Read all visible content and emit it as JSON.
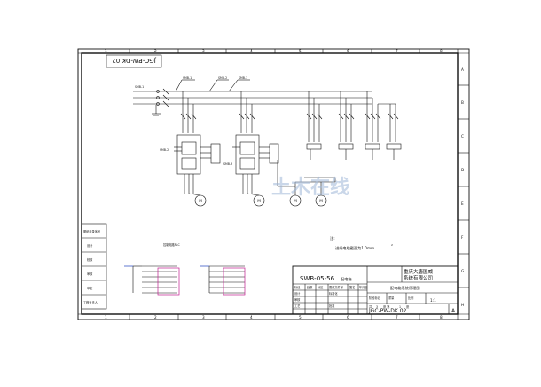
{
  "grid": {
    "top": [
      "1",
      "2",
      "3",
      "4",
      "5",
      "6",
      "7",
      "8"
    ],
    "bottom": [
      "1",
      "2",
      "3",
      "4",
      "5",
      "6",
      "7",
      "8"
    ],
    "right": [
      "A",
      "B",
      "C",
      "D",
      "E",
      "F",
      "G",
      "H"
    ]
  },
  "drawing_number_rotated": "JGC-PW-DK.02",
  "watermark": "土木在线",
  "note_title": "注:",
  "note_text": "进线电缆截面为1.0mm",
  "note_superscript": "2",
  "motors": [
    {
      "text": "M"
    },
    {
      "text": "M"
    },
    {
      "text": "M"
    },
    {
      "text": "M"
    }
  ],
  "panel_labels": [
    "SMB-1",
    "SMB-2",
    "SMB-3"
  ],
  "bottom_section_title": "控制电路PLC",
  "left_column_labels": [
    "图纸目录序号",
    "设计",
    "校核",
    "审核",
    "审定",
    "工程负责人"
  ],
  "title_block": {
    "project_code": "SWB-05-56",
    "project_suffix": "配电箱",
    "company_line1": "重庆大唐国威",
    "company_line2": "系统有限公司",
    "drawing_name": "配电箱系统原理图",
    "drawing_no": "JGC-PW-DK.02",
    "revision": "A",
    "scale": "1:1",
    "sheet_total_label": "共",
    "sheet_total": "3",
    "sheet_label": "张 第",
    "sheet_no": "1",
    "sheet_suffix": "张",
    "row_labels": [
      "标记",
      "处数",
      "分区",
      "更改文件号",
      "签名",
      "年月日"
    ],
    "stage_label": "阶段标记",
    "weight_label": "重量",
    "scale_label": "比例",
    "design_label": "设计",
    "standard_label": "标准化",
    "check_label": "审核",
    "process_label": "工艺",
    "approve_label": "批准"
  },
  "colors": {
    "lines": "#111111",
    "accent_blue": "#1f3fbf",
    "accent_magenta": "#c0208f",
    "watermark": "#9fb7d8"
  }
}
